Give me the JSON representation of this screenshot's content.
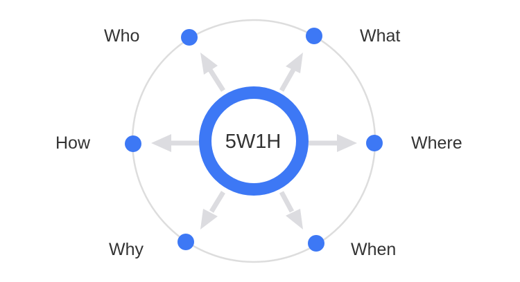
{
  "center": {
    "label": "5W1H"
  },
  "nodes": [
    {
      "key": "who",
      "label": "Who"
    },
    {
      "key": "what",
      "label": "What"
    },
    {
      "key": "how",
      "label": "How"
    },
    {
      "key": "where",
      "label": "Where"
    },
    {
      "key": "why",
      "label": "Why"
    },
    {
      "key": "when",
      "label": "When"
    }
  ],
  "colors": {
    "accent": "#3d78f5",
    "orbit": "#dddddd",
    "arrow": "#dcdce0",
    "text": "#333333"
  }
}
